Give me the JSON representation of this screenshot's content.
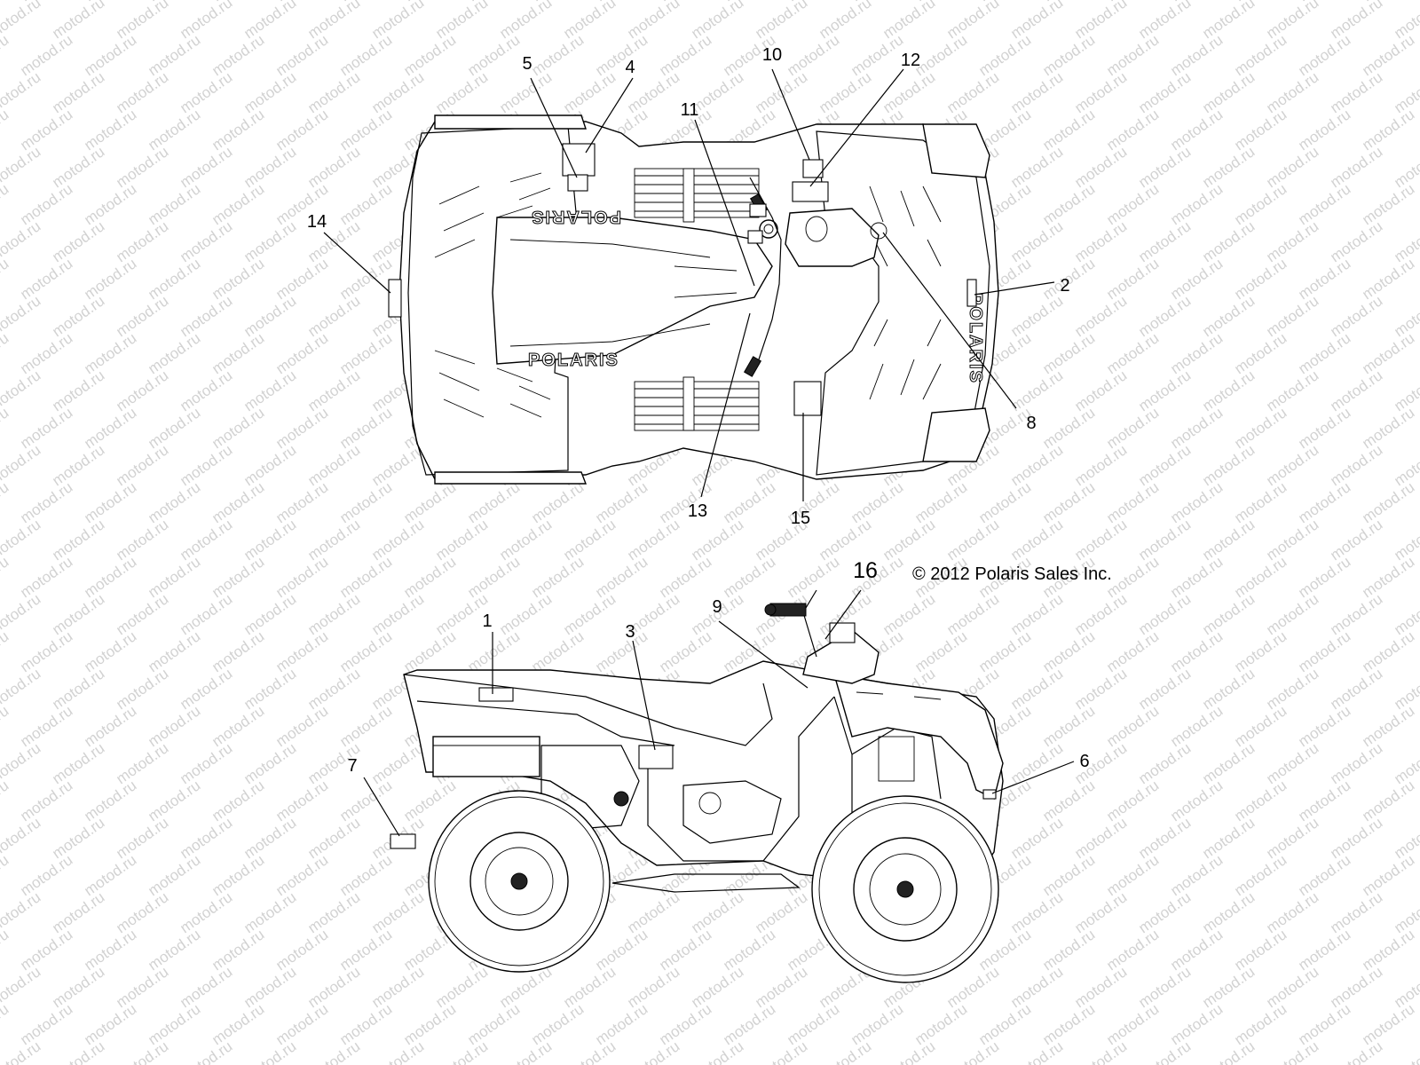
{
  "watermark": {
    "text": "motod.ru"
  },
  "brand_logo": {
    "text": "POLARIS"
  },
  "copyright": {
    "text": "© 2012 Polaris Sales Inc."
  },
  "callouts": [
    {
      "id": "c1",
      "label": "1"
    },
    {
      "id": "c2",
      "label": "2"
    },
    {
      "id": "c3",
      "label": "3"
    },
    {
      "id": "c4",
      "label": "4"
    },
    {
      "id": "c5",
      "label": "5"
    },
    {
      "id": "c6",
      "label": "6"
    },
    {
      "id": "c7",
      "label": "7"
    },
    {
      "id": "c8",
      "label": "8"
    },
    {
      "id": "c9",
      "label": "9"
    },
    {
      "id": "c10",
      "label": "10"
    },
    {
      "id": "c11",
      "label": "11"
    },
    {
      "id": "c12",
      "label": "12"
    },
    {
      "id": "c13",
      "label": "13"
    },
    {
      "id": "c14",
      "label": "14"
    },
    {
      "id": "c15",
      "label": "15"
    },
    {
      "id": "c16",
      "label": "16"
    }
  ]
}
